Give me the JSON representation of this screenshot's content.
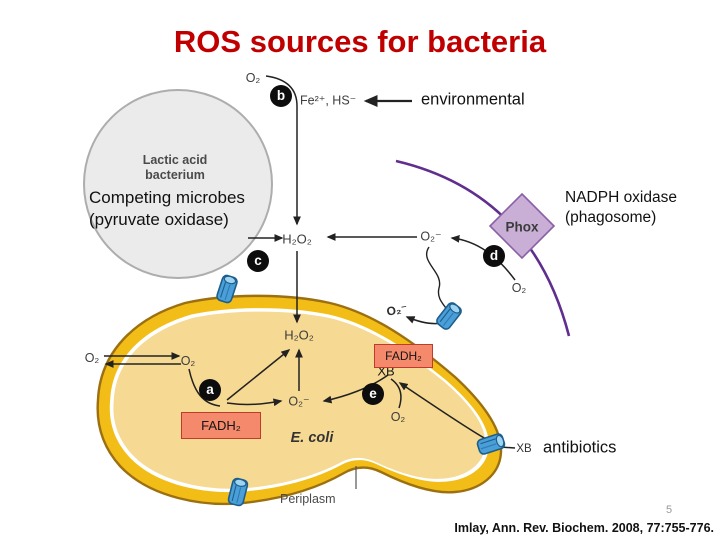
{
  "slide": {
    "title": "ROS sources for bacteria",
    "page_number": "5",
    "citation": "Imlay, Ann. Rev. Biochem. 2008, 77:755-776."
  },
  "annotations": {
    "environmental": "environmental",
    "nadph": {
      "line1": "NADPH oxidase",
      "line2": "(phagosome)"
    },
    "competing": {
      "line1": "Competing microbes",
      "line2": "(pyruvate oxidase)"
    },
    "antibiotics": "antibiotics"
  },
  "diagram": {
    "lactic": {
      "line1": "Lactic acid",
      "line2": "bacterium"
    },
    "o2_top": "O₂",
    "fe_hs": "Fe²⁺, HS⁻",
    "h2o2_outer": "H₂O₂",
    "superoxide_mid": "O₂⁻",
    "phox": "Phox",
    "o2_phox": "O₂",
    "superoxide_periplasm": "O₂⁻",
    "h2o2_inner": "H₂O₂",
    "o2_outside": "O₂",
    "o2_inside": "O₂",
    "fadh2_left": "FADH₂",
    "fadh2_right": "FADH₂",
    "superoxide_inner": "O₂⁻",
    "xb_inner": "XB",
    "o2_e": "O₂",
    "ecoli": "E. coli",
    "xb_outer": "XB",
    "periplasm": "Periplasm",
    "steps": {
      "a": "a",
      "b": "b",
      "c": "c",
      "d": "d",
      "e": "e"
    }
  },
  "colors": {
    "title_red": "#c00000",
    "cell_ring_gold": "#f2bd17",
    "cell_outline": "#9c6f10",
    "cell_cytoplasm": "#f6d992",
    "lactic_fill": "#ebebeb",
    "lactic_border": "#adadad",
    "fadh2_fill": "#f5896b",
    "fadh2_border": "#bf3b2b",
    "phox_fill": "#c9aed6",
    "phox_border": "#8a5fa8",
    "phagosome_arc": "#5f2e8e",
    "transporter_blue": "#4a9fd8",
    "transporter_outline": "#1d5e8d",
    "arrow": "#222222"
  }
}
